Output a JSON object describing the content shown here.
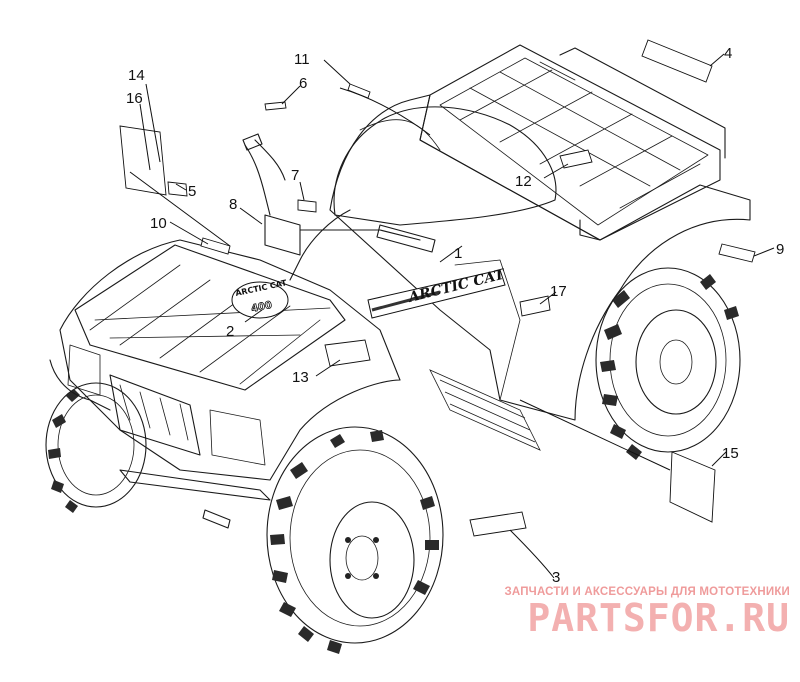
{
  "callouts": {
    "c1": "1",
    "c2": "2",
    "c3": "3",
    "c4": "4",
    "c5": "5",
    "c6": "6",
    "c7": "7",
    "c8": "8",
    "c9": "9",
    "c10": "10",
    "c11": "11",
    "c12": "12",
    "c13": "13",
    "c14": "14",
    "c15": "15",
    "c16": "16",
    "c17": "17"
  },
  "decals": {
    "side_logo": "ARCTIC CAT",
    "front_logo": "ARCTIC CAT",
    "front_logo_number": "400"
  },
  "watermark": {
    "tagline": "ЗАПЧАСТИ И АКСЕССУАРЫ ДЛЯ МОТОТЕХНИКИ",
    "brand": "PARTSFOR.RU",
    "color": "#f3b0b0"
  }
}
